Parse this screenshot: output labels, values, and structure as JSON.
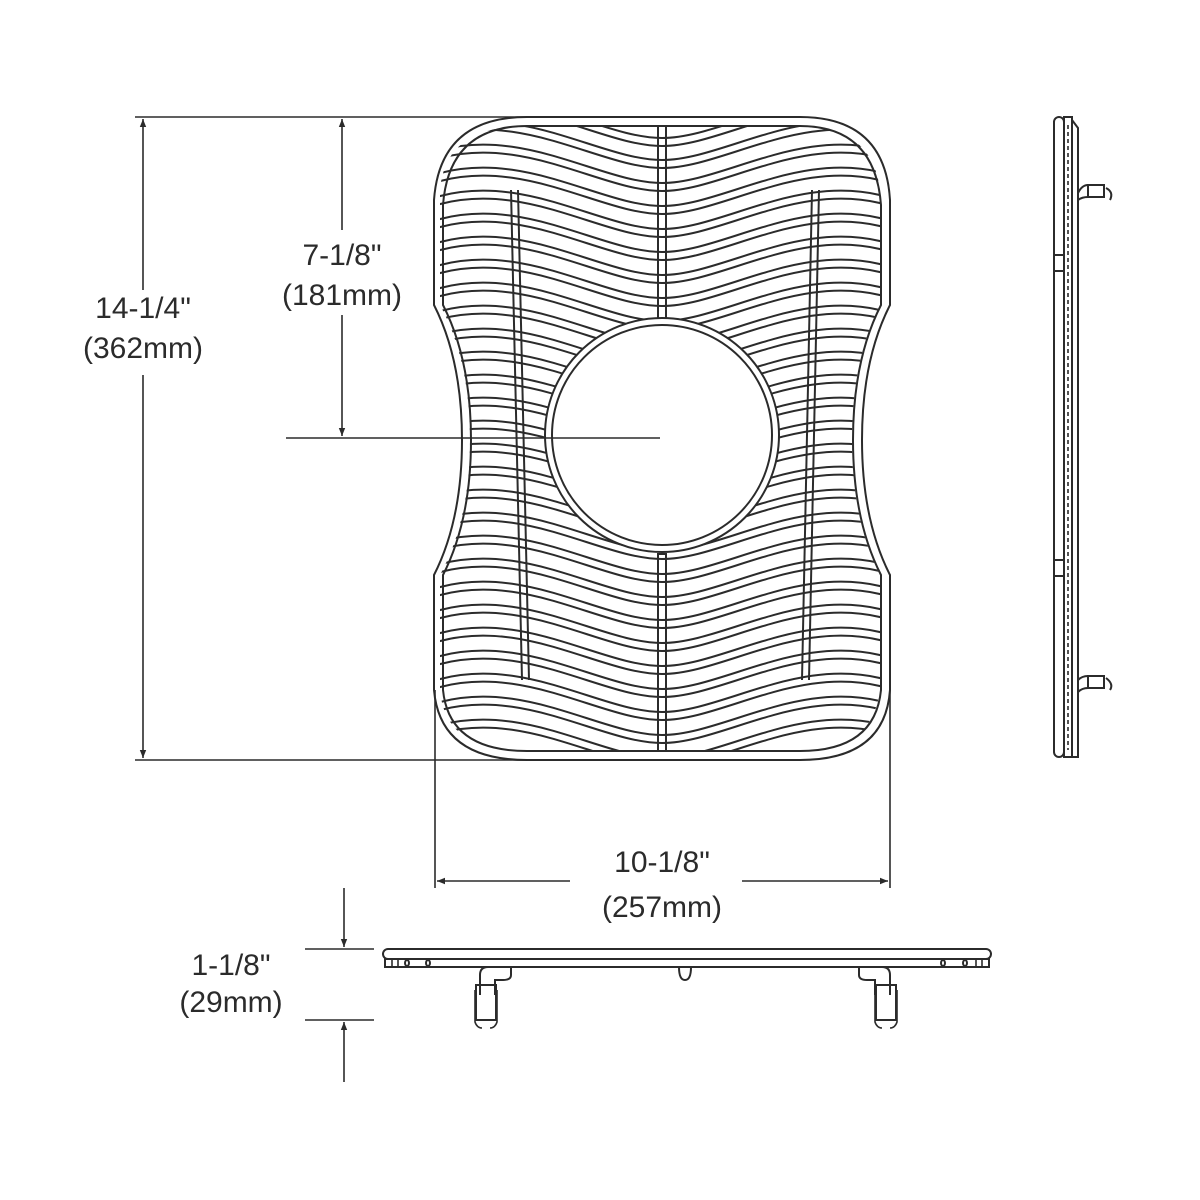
{
  "drawing": {
    "subject": "sink bottom grid",
    "line_color": "#2b2b2b",
    "background": "#ffffff"
  },
  "dimensions": {
    "overall_height": {
      "imperial": "14-1/4\"",
      "metric": "(362mm)"
    },
    "drain_center_height": {
      "imperial": "7-1/8\"",
      "metric": "(181mm)"
    },
    "overall_width": {
      "imperial": "10-1/8\"",
      "metric": "(257mm)"
    },
    "overall_depth": {
      "imperial": "1-1/8\"",
      "metric": "(29mm)"
    }
  },
  "views": [
    {
      "name": "top-view",
      "label": ""
    },
    {
      "name": "side-view",
      "label": ""
    },
    {
      "name": "front-view",
      "label": ""
    }
  ]
}
